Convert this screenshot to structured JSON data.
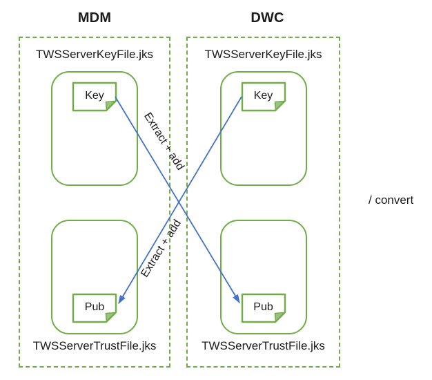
{
  "colors": {
    "shape_green": "#70AD47",
    "arrow_blue": "#4472C4",
    "text": "#1A1A1A"
  },
  "columns": [
    {
      "title": "MDM",
      "keystore_file": "TWSServerKeyFile.jks",
      "keystore_doc": "Key",
      "truststore_file": "TWSServerTrustFile.jks",
      "truststore_doc": "Pub"
    },
    {
      "title": "DWC",
      "keystore_file": "TWSServerKeyFile.jks",
      "keystore_doc": "Key",
      "truststore_file": "TWSServerTrustFile.jks",
      "truststore_doc": "Pub"
    }
  ],
  "arrows": [
    {
      "label": "Extract + add",
      "from": "MDM Key",
      "to": "DWC Pub"
    },
    {
      "label": "Extract + add",
      "from": "DWC Key",
      "to": "MDM Pub"
    }
  ],
  "side_note": "/ convert"
}
